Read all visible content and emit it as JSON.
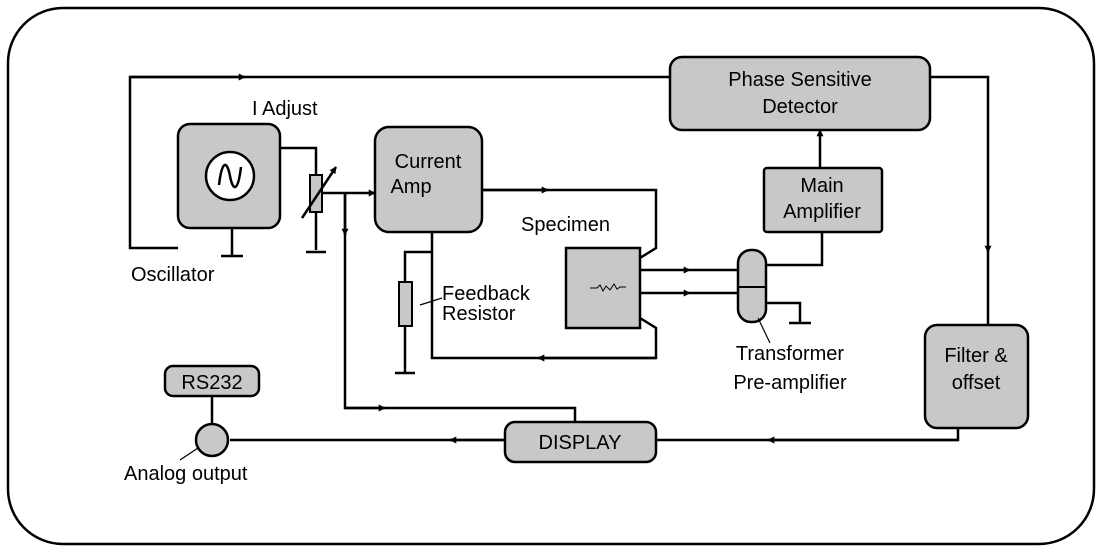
{
  "colors": {
    "block_fill": "#c8c8c8",
    "line": "#000000",
    "background": "#ffffff"
  },
  "labels": {
    "psd_line1": "Phase Sensitive",
    "psd_line2": "Detector",
    "i_adjust": "I Adjust",
    "current_amp_line1": "Current",
    "current_amp_line2": "Amp",
    "main_amp_line1": "Main",
    "main_amp_line2": "Amplifier",
    "specimen": "Specimen",
    "oscillator": "Oscillator",
    "feedback_line1": "Feedback",
    "feedback_line2": "Resistor",
    "transformer_line1": "Transformer",
    "transformer_line2": "Pre-amplifier",
    "filter_line1": "Filter &",
    "filter_line2": "offset",
    "rs232": "RS232",
    "display": "DISPLAY",
    "analog_output": "Analog output"
  },
  "icons": [
    "sine-wave-icon",
    "variable-resistor-icon",
    "fixed-resistor-icon",
    "ground-symbol-icon",
    "arrow-icon"
  ]
}
